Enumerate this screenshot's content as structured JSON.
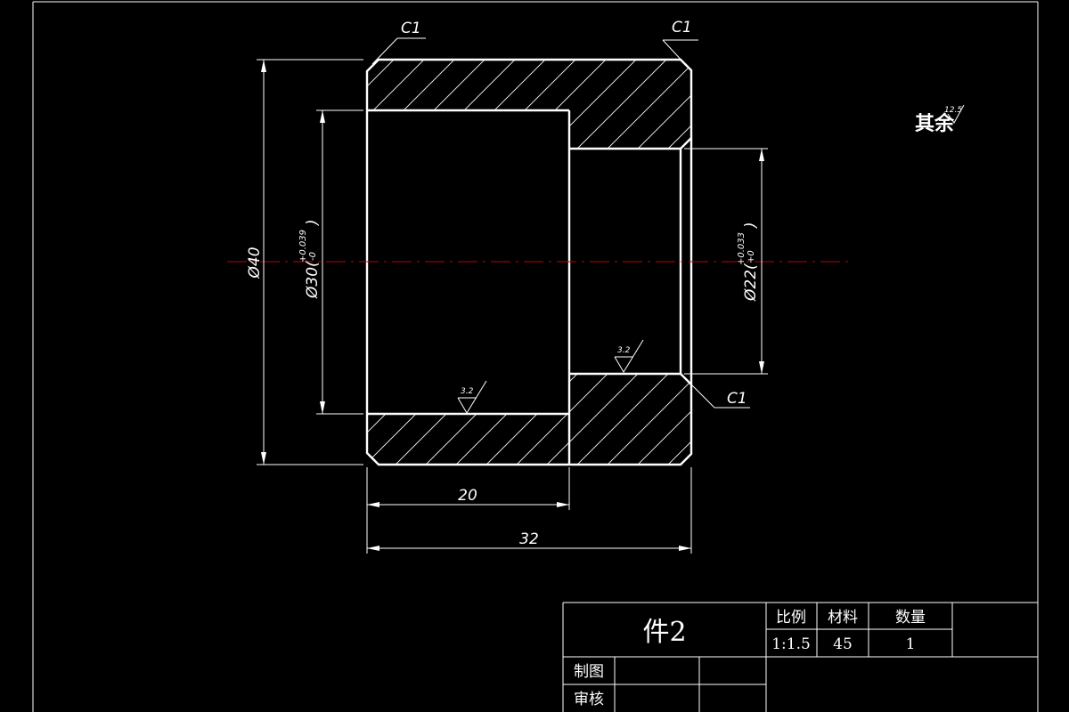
{
  "drawing": {
    "chamfer_label": "C1",
    "dim_length_total": "32",
    "dim_length_bore": "20",
    "dim_outer_dia": "Ø40",
    "dim_bore_large": "Ø30(",
    "dim_bore_large_tol_upper": "+0.039",
    "dim_bore_large_tol_lower": "-0",
    "dim_bore_large_close": ")",
    "dim_bore_small": "Ø22(",
    "dim_bore_small_tol_upper": "+0.033",
    "dim_bore_small_tol_lower": "+0",
    "dim_bore_small_close": ")",
    "roughness_inner": "3.2",
    "roughness_other": "12.5",
    "note_other": "其余"
  },
  "title_block": {
    "part_name": "件2",
    "scale_label": "比例",
    "material_label": "材料",
    "quantity_label": "数量",
    "scale_value": "1:1.5",
    "material_value": "45",
    "quantity_value": "1",
    "drawn_by_label": "制图",
    "checked_by_label": "审核"
  }
}
